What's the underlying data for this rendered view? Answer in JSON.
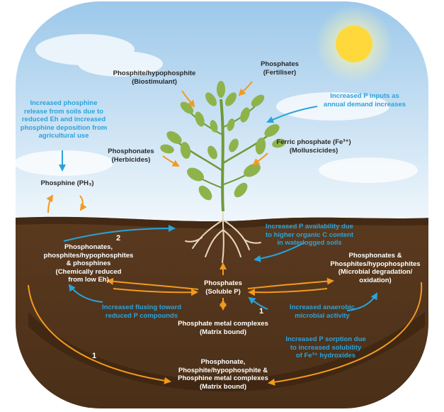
{
  "colors": {
    "sky_top": "#9cc8ea",
    "sky_bottom": "#eaf4fb",
    "soil": "#5b3a1e",
    "soil_dark": "#3e2612",
    "orange_arrow": "#f39a1e",
    "blue_arrow": "#2aa3dc",
    "leaf": "#8fb34b",
    "stem": "#6f9a39",
    "sun": "#ffd93b",
    "root": "#e7d8bd"
  },
  "labels": {
    "phosphite_biostimulant": "Phosphite/hypophosphite\n(Biostimulant)",
    "phosphates_fertiliser": "Phosphates\n(Fertiliser)",
    "phosphine_release": "Increased phosphine\nrelease from soils due to\nreduced Eh and increased\nphosphine deposition from\nagricultural use",
    "p_inputs": "Increased P inputs as\nannual demand increases",
    "phosphonates_herbicides": "Phosphonates\n(Herbicides)",
    "ferric_phosphate": "Ferric phosphate (Fe³⁺)\n(Molluscicides)",
    "phosphine": "Phosphine (PH₃)",
    "p_availability": "Increased P availability due\nto higher organic C content\nin waterlogged soils",
    "reduced_compounds": "Phosphonates,\nphosphites/hypophosphites\n& phosphines\n(Chemically reduced\nfrom low Eh)",
    "microbial_compounds": "Phosphonates &\nPhosphites/hypophosphites\n(Microbial degradation/\noxidation)",
    "soluble_p": "Phosphates\n(Soluble P)",
    "fluxing": "Increased fluxing toward\nreduced P compounds",
    "anaerobic": "Increased anaerobic\nmicrobial activity",
    "metal_complexes": "Phosphate metal complexes\n(Matrix bound)",
    "p_sorption": "Increased P sorption due\nto increased solubility\nof Fe³⁺ hydroxides",
    "bottom_complexes": "Phosphonate,\nPhosphite/hypophosphite &\nPhosphine metal complexes\n(Matrix bound)"
  },
  "numbers": {
    "n2": "2",
    "n1_center": "1",
    "n1_bottom": "1"
  }
}
